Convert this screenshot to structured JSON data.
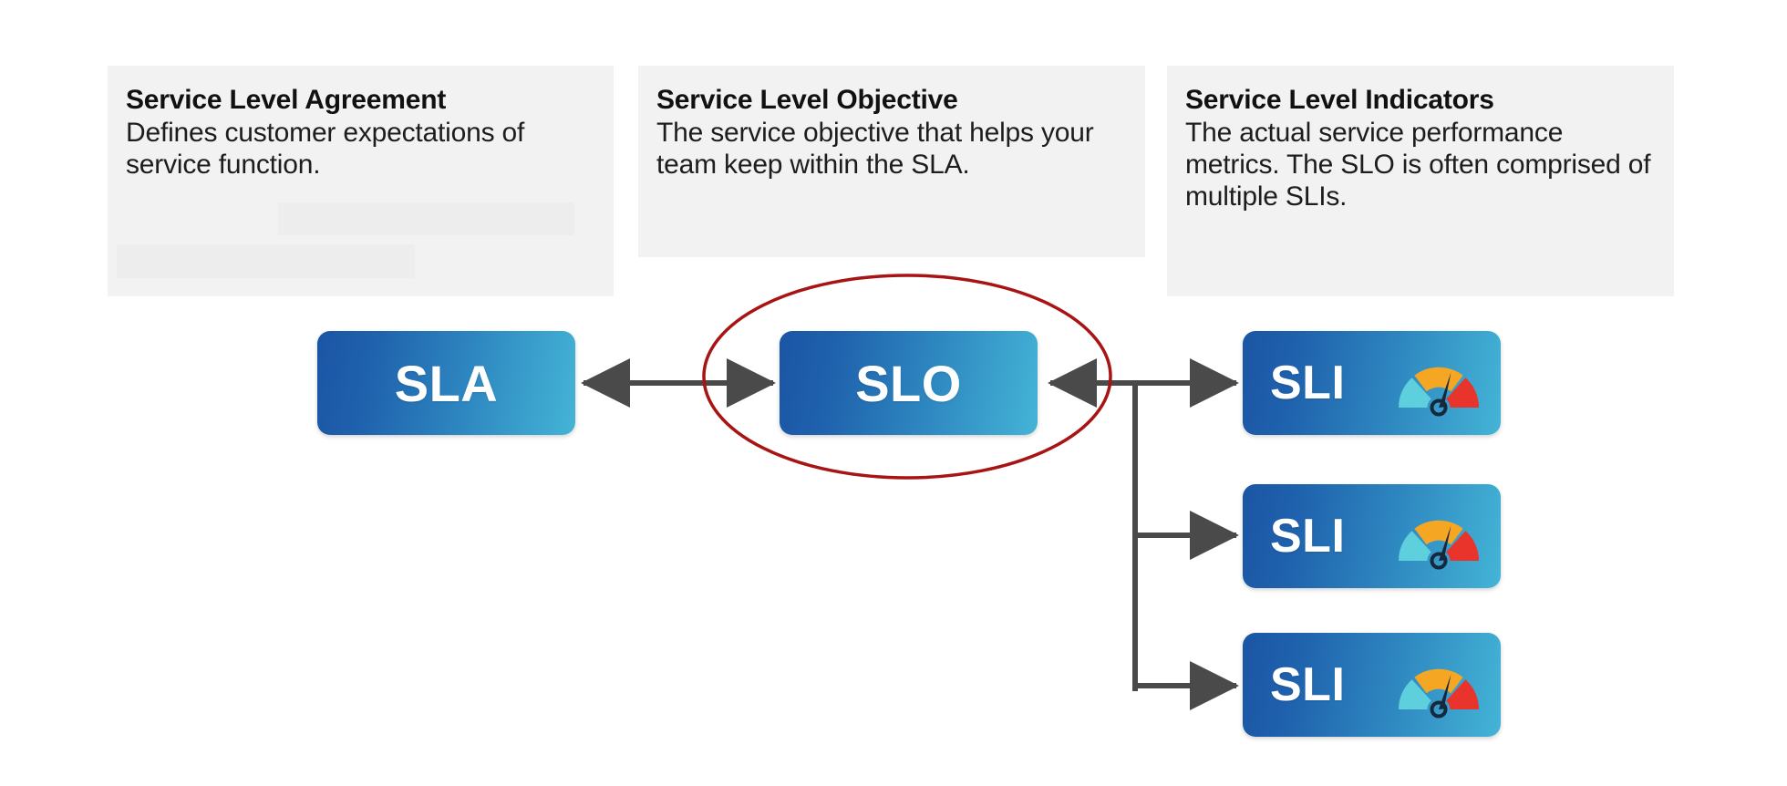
{
  "diagram": {
    "title": "SLA, SLO and SLI relationship diagram",
    "colors": {
      "card_background": "#f2f2f2",
      "redaction": "#ededed",
      "node_gradient_start": "#1b55a5",
      "node_gradient_end": "#44b4d6",
      "node_text": "#ffffff",
      "connector": "#4a4a4a",
      "highlight_ellipse": "#a81414",
      "gauge_low": "#5ecfdc",
      "gauge_mid": "#f5a623",
      "gauge_high": "#e8342a",
      "gauge_needle": "#16283c"
    },
    "cards": [
      {
        "id": "sla",
        "title": "Service Level Agreement",
        "body": "Defines customer expectations of service function."
      },
      {
        "id": "slo",
        "title": "Service Level Objective",
        "body": "The service objective that helps your team keep within the SLA."
      },
      {
        "id": "sli",
        "title": "Service Level Indicators",
        "body": "The actual service performance metrics. The SLO is often comprised of multiple SLIs."
      }
    ],
    "nodes": {
      "sla": {
        "label": "SLA"
      },
      "slo": {
        "label": "SLO"
      },
      "sli_1": {
        "label": "SLI",
        "icon": "gauge-icon"
      },
      "sli_2": {
        "label": "SLI",
        "icon": "gauge-icon"
      },
      "sli_3": {
        "label": "SLI",
        "icon": "gauge-icon"
      }
    },
    "connectors": [
      {
        "id": "sla-slo",
        "type": "double-arrow",
        "from": "SLA",
        "to": "SLO"
      },
      {
        "id": "slo-sli-trunk",
        "type": "arrow",
        "from": "SLI group",
        "to": "SLO"
      },
      {
        "id": "trunk-sli-1",
        "type": "arrow",
        "from": "trunk",
        "to": "SLI"
      },
      {
        "id": "trunk-sli-2",
        "type": "arrow",
        "from": "trunk",
        "to": "SLI"
      },
      {
        "id": "trunk-sli-3",
        "type": "arrow",
        "from": "trunk",
        "to": "SLI"
      }
    ],
    "annotation": {
      "id": "slo-highlight",
      "shape": "ellipse",
      "target": "SLO"
    }
  }
}
